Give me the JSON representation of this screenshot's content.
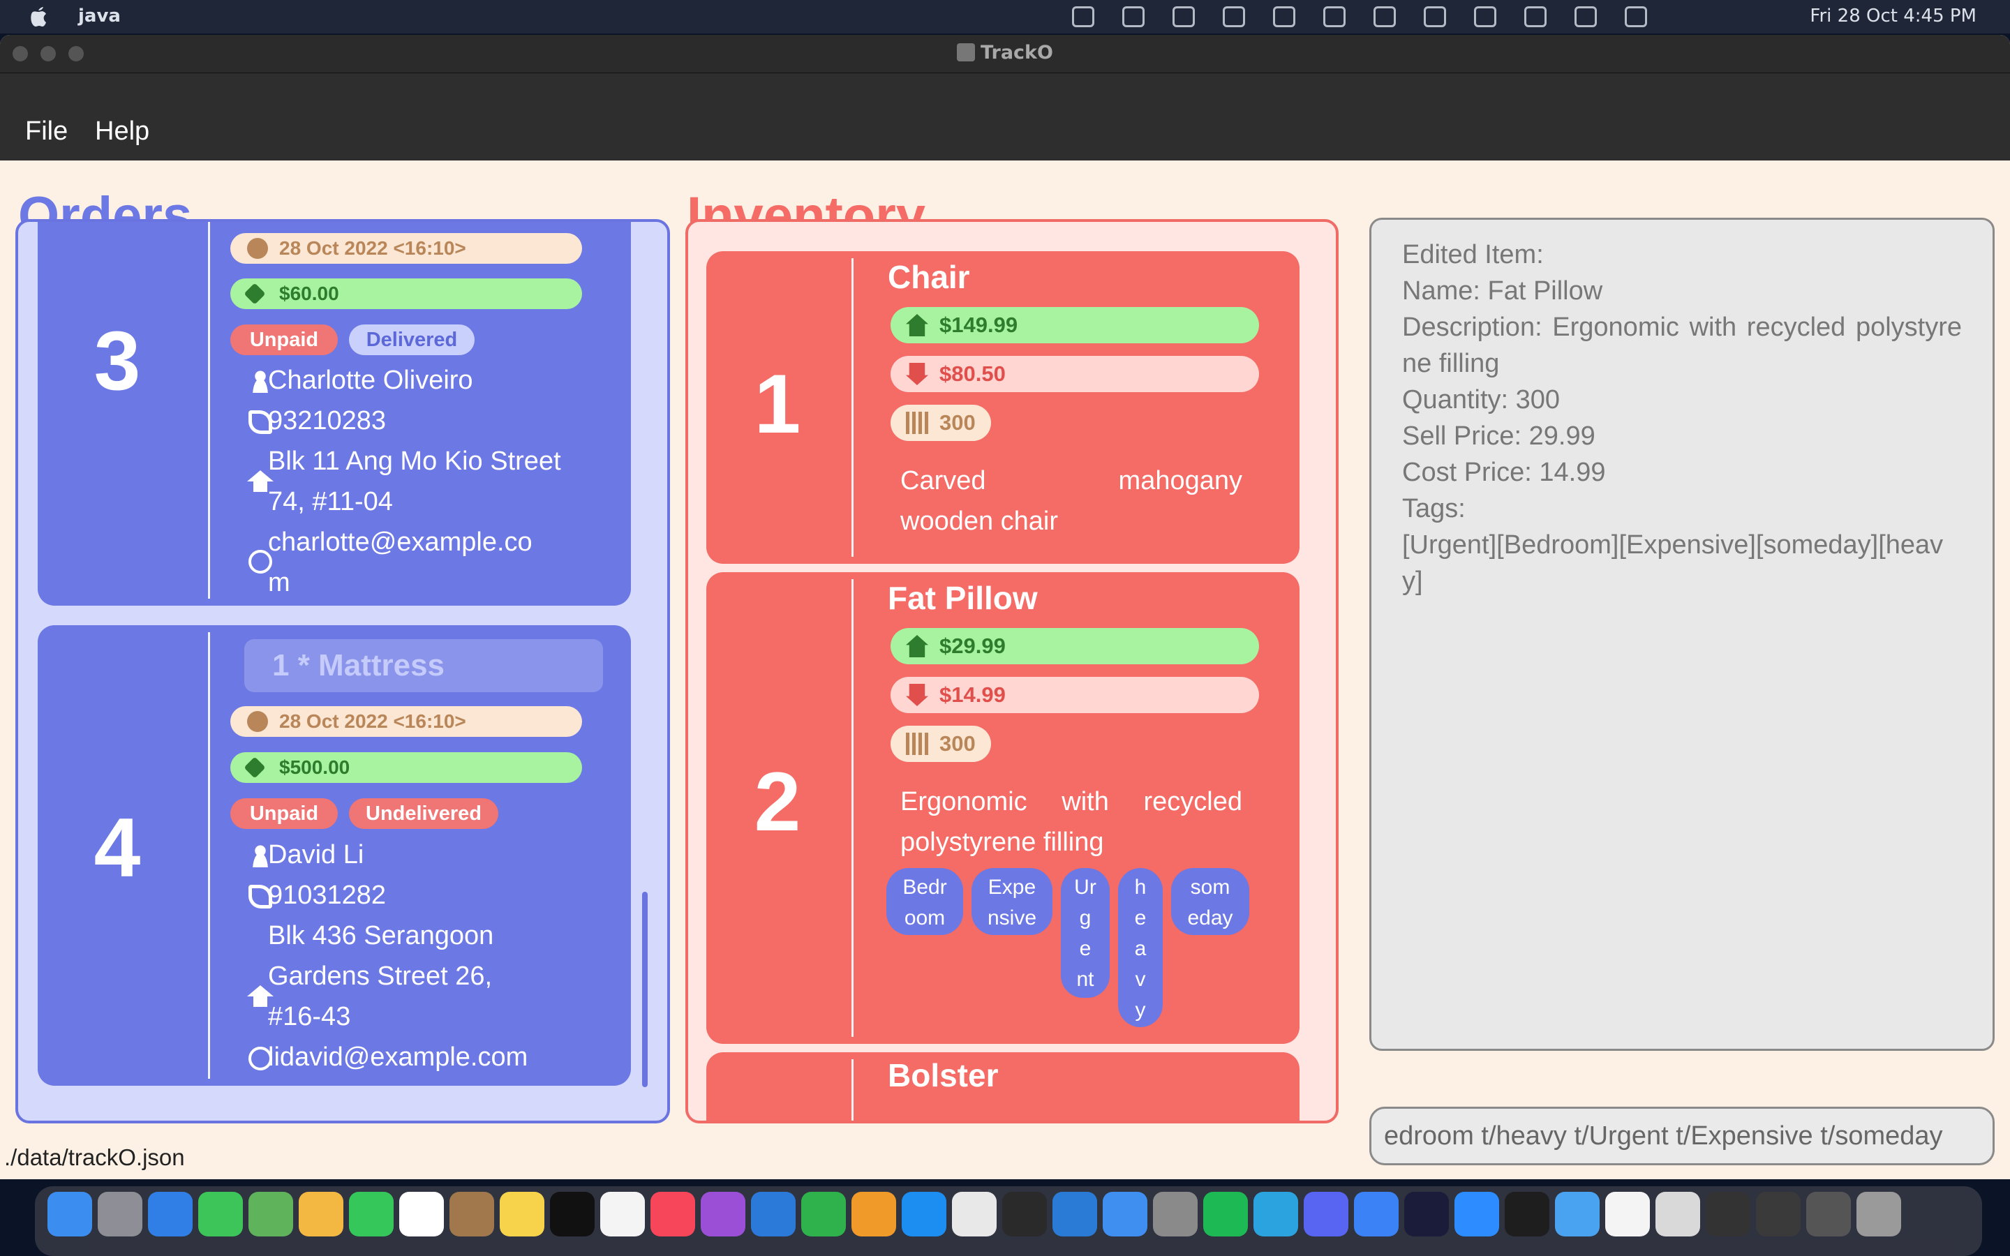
{
  "menubar": {
    "app": "java",
    "clock": "Fri 28 Oct  4:45 PM"
  },
  "window": {
    "title": "TrackO"
  },
  "menu": {
    "file": "File",
    "help": "Help"
  },
  "orders": {
    "heading": "Orders",
    "cards": [
      {
        "index": "3",
        "date": "28 Oct 2022 <16:10>",
        "price": "$60.00",
        "paid": "Unpaid",
        "delivery": "Delivered",
        "name": "Charlotte Oliveiro",
        "phone": "93210283",
        "address_line1": "Blk 11 Ang Mo Kio Street",
        "address_line2": "74, #11-04",
        "email_line1": "charlotte@example.co",
        "email_line2": "m"
      },
      {
        "index": "4",
        "item": "1 * Mattress",
        "date": "28 Oct 2022 <16:10>",
        "price": "$500.00",
        "paid": "Unpaid",
        "delivery": "Undelivered",
        "name": "David Li",
        "phone": "91031282",
        "address_line1": "Blk 436 Serangoon",
        "address_line2": "Gardens Street 26,",
        "address_line3": "#16-43",
        "email": "lidavid@example.com"
      }
    ]
  },
  "inventory": {
    "heading": "Inventory",
    "items": [
      {
        "index": "1",
        "name": "Chair",
        "sell": "$149.99",
        "cost": "$80.50",
        "qty": "300",
        "desc_line1": "Carved mahogany",
        "desc_line2": "wooden chair"
      },
      {
        "index": "2",
        "name": "Fat Pillow",
        "sell": "$29.99",
        "cost": "$14.99",
        "qty": "300",
        "desc_line1": "Ergonomic with recycled",
        "desc_line2": "polystyrene filling",
        "tags": [
          [
            "Bedr",
            "oom"
          ],
          [
            "Expe",
            "nsive"
          ],
          [
            "Ur",
            "g",
            "e",
            "nt"
          ],
          [
            "h",
            "e",
            "a",
            "v",
            "y"
          ],
          [
            "som",
            "eday"
          ]
        ]
      },
      {
        "name": "Bolster"
      }
    ]
  },
  "result": {
    "l1": "Edited Item:",
    "l2": "Name: Fat Pillow",
    "l3": "Description: Ergonomic with recycled polystyrene filling",
    "l4": "Quantity: 300",
    "l5": "Sell Price: 29.99",
    "l6": "Cost Price: 14.99",
    "l7": "Tags:",
    "l8": "[Urgent][Bedroom][Expensive][someday][heavy]"
  },
  "command": {
    "value": "edroom t/heavy t/Urgent t/Expensive t/someday"
  },
  "status": {
    "path": "./data/trackO.json"
  },
  "colors": {
    "orders": "#6c78e3",
    "inventory": "#f56b65",
    "background": "#fdf1e6"
  }
}
